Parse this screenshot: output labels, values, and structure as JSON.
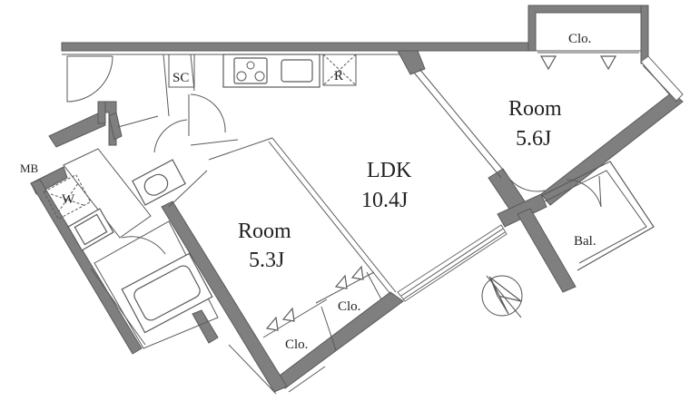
{
  "rooms": {
    "room_right_name": "Room",
    "room_right_size": "5.6J",
    "ldk_name": "LDK",
    "ldk_size": "10.4J",
    "room_left_name": "Room",
    "room_left_size": "5.3J"
  },
  "labels": {
    "closet_top": "Clo.",
    "closet_mid": "Clo.",
    "closet_bottom": "Clo.",
    "balcony": "Bal.",
    "shoe_cabinet": "SC",
    "refrigerator": "R",
    "washer": "W",
    "meter_box": "MB"
  },
  "colors": {
    "wall": "#7f7f7f",
    "line": "#5a5a5a"
  }
}
